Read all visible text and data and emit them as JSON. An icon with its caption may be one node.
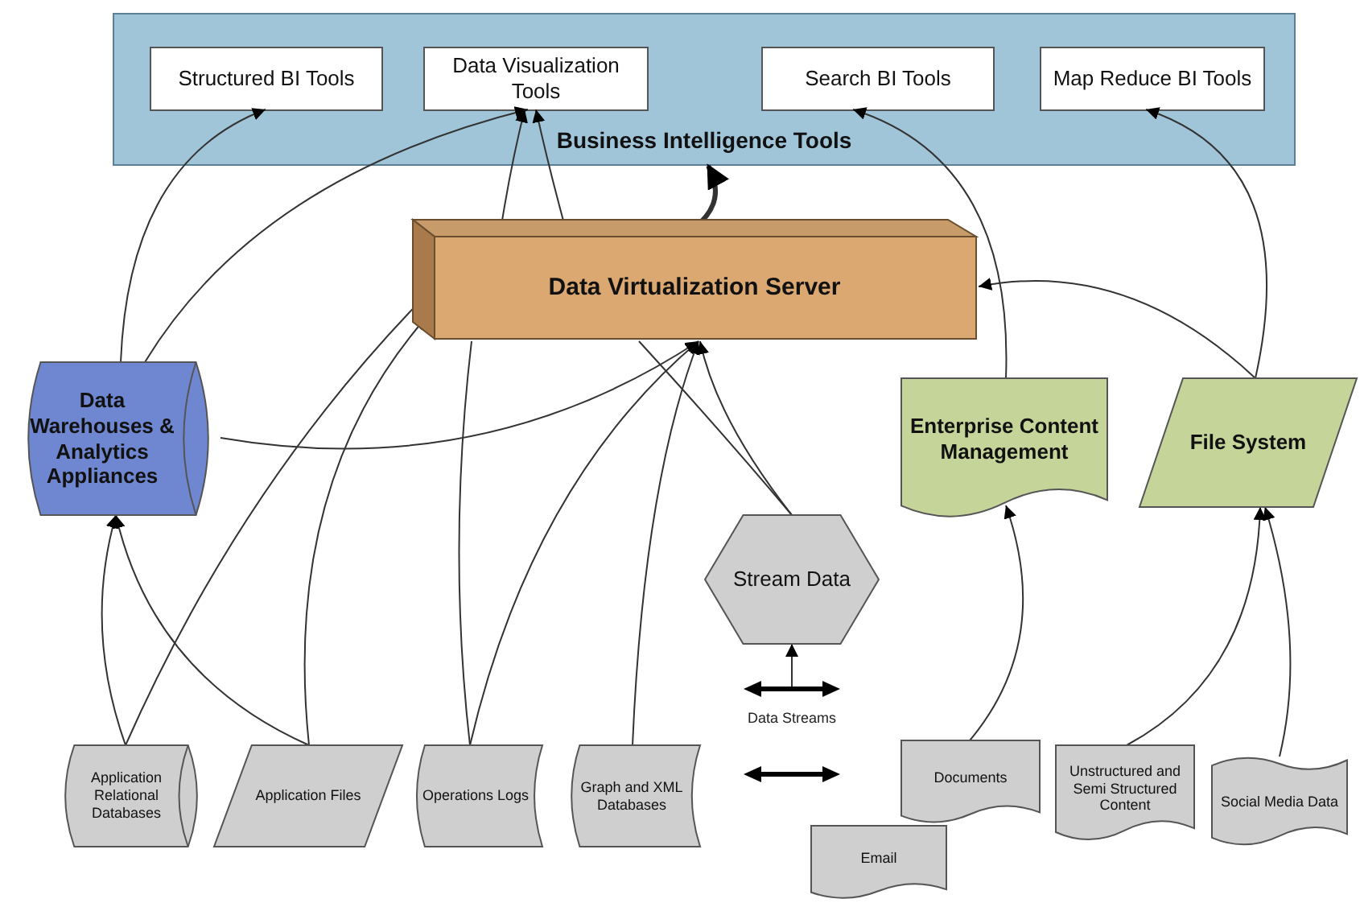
{
  "diagram": {
    "nodes": [
      {
        "text": [
          "Business Intelligence Tools"
        ]
      },
      {
        "text": [
          "Structured BI Tools"
        ],
        "in": 0
      },
      {
        "text": [
          "Data Visualization Tools"
        ],
        "in": 0
      },
      {
        "text": [
          "Search BI Tools"
        ],
        "in": 0
      },
      {
        "text": [
          "Map Reduce BI Tools"
        ],
        "in": 0
      },
      {
        "text": [
          "Data Virtualization Server"
        ]
      },
      {
        "text": [
          "Data Warehouses & Analytics Appliances"
        ]
      },
      {
        "text": [
          "Enterprise Content Management"
        ]
      },
      {
        "text": [
          "File System"
        ]
      },
      {
        "text": [
          "Stream Data"
        ]
      },
      {
        "text": [
          "Application Relational Databases"
        ]
      },
      {
        "text": [
          "Application Files"
        ]
      },
      {
        "text": [
          "Operations Logs"
        ]
      },
      {
        "text": [
          "Graph and XML Databases"
        ]
      },
      {
        "text": [
          "Documents"
        ]
      },
      {
        "text": [
          "Email"
        ]
      },
      {
        "text": [
          "Unstructured and Semi Structured Content"
        ]
      },
      {
        "text": [
          "Social Media Data"
        ]
      }
    ],
    "edges": [
      {
        "from": 6,
        "to": 1,
        "arrow": "to"
      },
      {
        "from": 6,
        "to": 2,
        "arrow": "to"
      },
      {
        "from": 5,
        "to": 2,
        "arrow": "to"
      },
      {
        "from": 5,
        "to": 2,
        "arrow": "to"
      },
      {
        "from": 5,
        "to": 0,
        "arrow": "to",
        "style": "thick"
      },
      {
        "from": 7,
        "to": 3,
        "arrow": "to"
      },
      {
        "from": 8,
        "to": 4,
        "arrow": "to"
      },
      {
        "from": 8,
        "to": 5,
        "arrow": "to"
      },
      {
        "from": 6,
        "to": 5,
        "arrow": "to"
      },
      {
        "from": 10,
        "to": 6,
        "arrow": "to"
      },
      {
        "from": 11,
        "to": 6,
        "arrow": "to"
      },
      {
        "from": 10,
        "to": 5,
        "arrow": "to"
      },
      {
        "from": 11,
        "to": 5,
        "arrow": "to"
      },
      {
        "from": 12,
        "to": 5,
        "arrow": "to"
      },
      {
        "from": 12,
        "to": 5,
        "arrow": "none"
      },
      {
        "from": 13,
        "to": 5,
        "arrow": "to"
      },
      {
        "from": 9,
        "to": 5,
        "arrow": "to"
      },
      {
        "from": 9,
        "to": 5,
        "arrow": "none"
      },
      {
        "from": 14,
        "to": 7,
        "arrow": "to"
      },
      {
        "from": 16,
        "to": 8,
        "arrow": "to"
      },
      {
        "from": 17,
        "to": 8,
        "arrow": "to"
      },
      {
        "from": null,
        "to": 9,
        "arrow": "to"
      }
    ],
    "labels": [
      "Data Streams"
    ]
  }
}
